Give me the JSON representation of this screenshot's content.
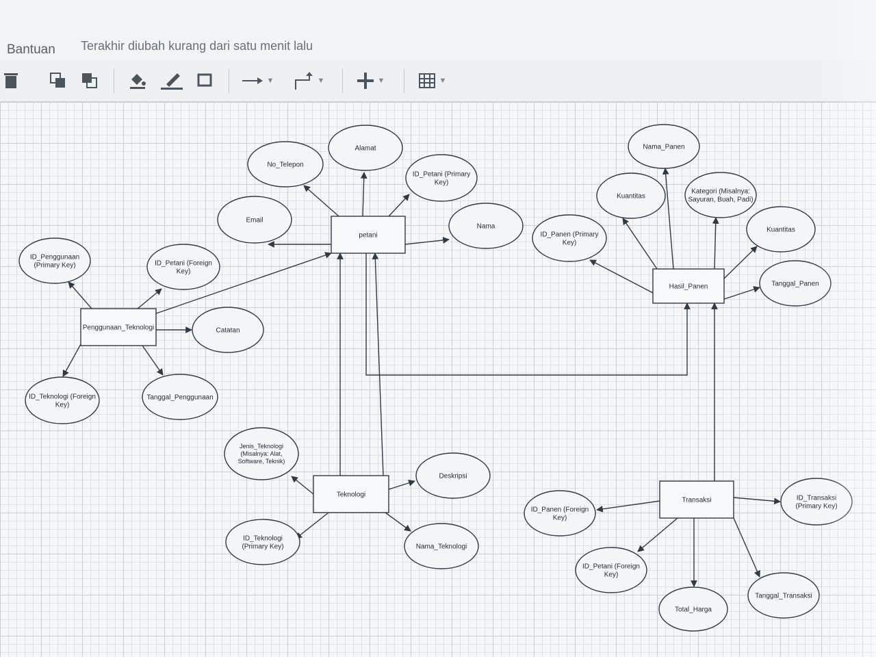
{
  "menu": {
    "help_label": "Bantuan",
    "last_edit": "Terakhir diubah kurang dari satu menit lalu"
  },
  "toolbar": {
    "tools": [
      {
        "name": "delete-icon"
      },
      {
        "name": "to-front-icon"
      },
      {
        "name": "to-back-icon"
      },
      {
        "name": "fill-color-icon"
      },
      {
        "name": "line-color-icon"
      },
      {
        "name": "shadow-icon"
      },
      {
        "name": "connection-arrow-icon"
      },
      {
        "name": "waypoint-icon"
      },
      {
        "name": "insert-plus-icon"
      },
      {
        "name": "table-icon"
      }
    ]
  },
  "diagram": {
    "entities": [
      {
        "id": "petani",
        "label": "petani"
      },
      {
        "id": "hasil_panen",
        "label": "Hasil_Panen"
      },
      {
        "id": "penggunaan",
        "label": "Penggunaan_Teknologi"
      },
      {
        "id": "teknologi",
        "label": "Teknologi"
      },
      {
        "id": "transaksi",
        "label": "Transaksi"
      }
    ],
    "attributes": [
      {
        "id": "alamat",
        "lines": [
          "Alamat"
        ]
      },
      {
        "id": "no_telepon",
        "lines": [
          "No_Telepon"
        ]
      },
      {
        "id": "id_petani",
        "lines": [
          "ID_Petani (Primary",
          "Key)"
        ]
      },
      {
        "id": "email",
        "lines": [
          "Email"
        ]
      },
      {
        "id": "nama",
        "lines": [
          "Nama"
        ]
      },
      {
        "id": "nama_panen",
        "lines": [
          "Nama_Panen"
        ]
      },
      {
        "id": "kuantitas1",
        "lines": [
          "Kuantitas"
        ]
      },
      {
        "id": "kategori",
        "lines": [
          "Kategori (Misalnya:",
          "Sayuran, Buah, Padi)"
        ]
      },
      {
        "id": "kuantitas2",
        "lines": [
          "Kuantitas"
        ]
      },
      {
        "id": "id_panen",
        "lines": [
          "ID_Panen (Primary",
          "Key)"
        ]
      },
      {
        "id": "tanggal_panen",
        "lines": [
          "Tanggal_Panen"
        ]
      },
      {
        "id": "id_penggunaan",
        "lines": [
          "ID_Penggunaan",
          "(Primary Key)"
        ]
      },
      {
        "id": "id_petani_fk1",
        "lines": [
          "ID_Petani (Foreign",
          "Key)"
        ]
      },
      {
        "id": "catatan",
        "lines": [
          "Catatan"
        ]
      },
      {
        "id": "id_teknologi_fk",
        "lines": [
          "ID_Teknologi (Foreign",
          "Key)"
        ]
      },
      {
        "id": "tanggal_penggunaan",
        "lines": [
          "Tanggal_Penggunaan"
        ]
      },
      {
        "id": "jenis_teknologi",
        "lines": [
          "Jenis_Teknologi",
          "(Misalnya: Alat,",
          "Software, Teknik)"
        ]
      },
      {
        "id": "deskripsi",
        "lines": [
          "Deskripsi"
        ]
      },
      {
        "id": "id_teknologi_pk",
        "lines": [
          "ID_Teknologi",
          "(Primary Key)"
        ]
      },
      {
        "id": "nama_teknologi",
        "lines": [
          "Nama_Teknologi"
        ]
      },
      {
        "id": "id_panen_fk",
        "lines": [
          "ID_Panen (Foreign",
          "Key)"
        ]
      },
      {
        "id": "id_transaksi",
        "lines": [
          "ID_Transaksi",
          "(Primary Key)"
        ]
      },
      {
        "id": "id_petani_fk2",
        "lines": [
          "ID_Petani (Foreign",
          "Key)"
        ]
      },
      {
        "id": "tanggal_transaksi",
        "lines": [
          "Tanggal_Transaksi"
        ]
      },
      {
        "id": "total_harga",
        "lines": [
          "Total_Harga"
        ]
      }
    ]
  },
  "colors": {
    "stroke": "#2f3a47",
    "entity_fill": "#f7f8fa",
    "attribute_fill": "#f3f5f7",
    "text": "#1f2933"
  }
}
